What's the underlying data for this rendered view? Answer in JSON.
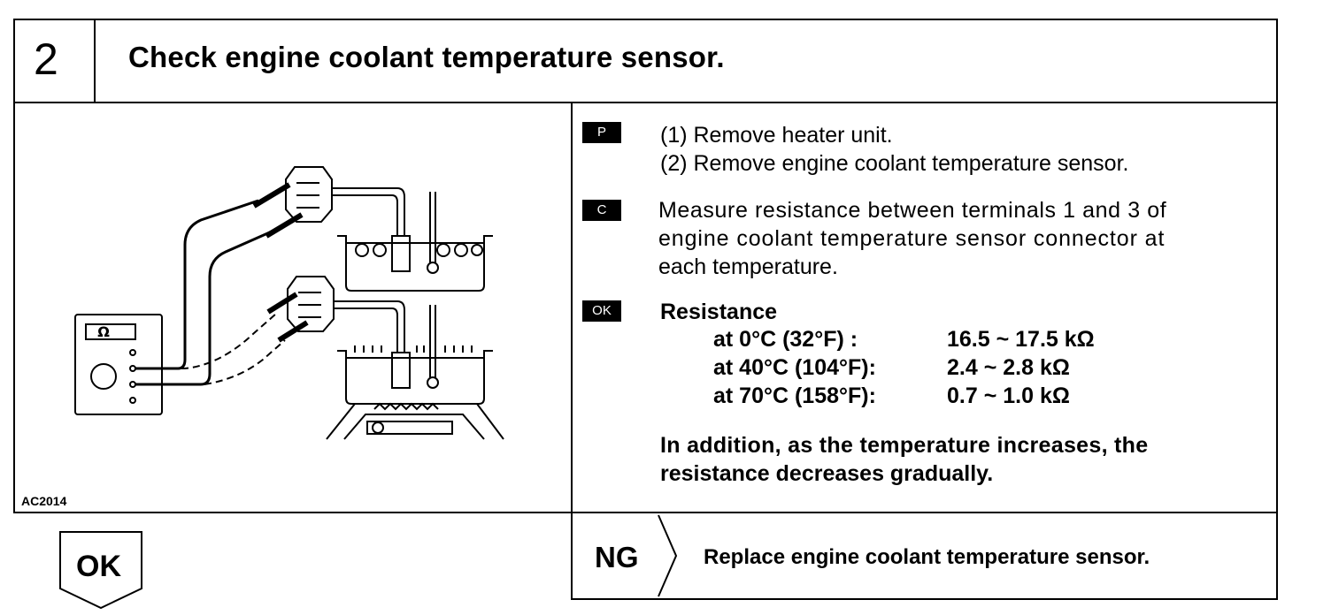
{
  "step": {
    "number": "2",
    "title": "Check engine coolant temperature sensor."
  },
  "figure": {
    "code": "AC2014",
    "meter_symbol": "Ω"
  },
  "procedure": [
    {
      "badge": "P",
      "lines": [
        "(1)  Remove heater unit.",
        "(2)  Remove engine coolant temperature sensor."
      ]
    },
    {
      "badge": "C",
      "lines": [
        "Measure resistance between terminals 1 and 3 of",
        "engine coolant temperature sensor connector at",
        "each temperature."
      ]
    }
  ],
  "spec": {
    "badge": "OK",
    "heading": "Resistance",
    "rows": [
      {
        "condition": "at   0°C (32°F)  :",
        "value": "16.5 ~ 17.5 kΩ"
      },
      {
        "condition": "at 40°C (104°F):",
        "value": "2.4 ~ 2.8 kΩ"
      },
      {
        "condition": "at 70°C (158°F):",
        "value": "0.7 ~ 1.0 kΩ"
      }
    ],
    "note_lines": [
      "In addition, as the temperature increases, the",
      "resistance decreases gradually."
    ]
  },
  "outcomes": {
    "ok_label": "OK",
    "ng_label": "NG",
    "ng_action": "Replace engine coolant temperature sensor."
  }
}
